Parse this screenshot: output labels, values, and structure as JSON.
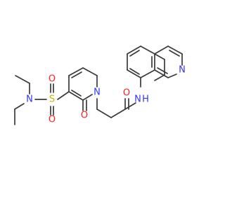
{
  "molecule": {
    "colors": {
      "bond": "#3a3a3a",
      "N": "#3333ff",
      "O": "#ff2020",
      "S": "#c8b400"
    },
    "atoms": [
      {
        "id": "n_sulfonamide",
        "label": "N",
        "element": "N"
      },
      {
        "id": "s_sulfonyl",
        "label": "S",
        "element": "S"
      },
      {
        "id": "o_sulfonyl_top",
        "label": "O",
        "element": "O"
      },
      {
        "id": "o_sulfonyl_bottom",
        "label": "O",
        "element": "O"
      },
      {
        "id": "n_pyridone",
        "label": "N",
        "element": "N"
      },
      {
        "id": "o_pyridone",
        "label": "O",
        "element": "O"
      },
      {
        "id": "o_amide",
        "label": "O",
        "element": "O"
      },
      {
        "id": "n_amide",
        "label": "N",
        "element": "N"
      },
      {
        "id": "h_amide",
        "label": "H",
        "element": "N"
      },
      {
        "id": "n_quinoline",
        "label": "N",
        "element": "N"
      }
    ]
  }
}
